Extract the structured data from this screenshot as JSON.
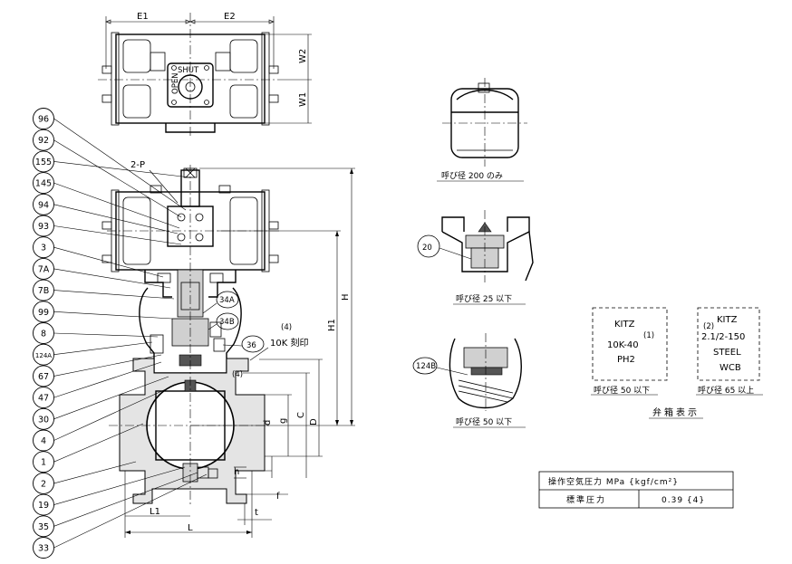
{
  "balloons": [
    "96",
    "92",
    "155",
    "145",
    "94",
    "93",
    "3",
    "7A",
    "7B",
    "99",
    "8",
    "124A",
    "67",
    "47",
    "30",
    "4",
    "1",
    "2",
    "19",
    "35",
    "33"
  ],
  "callouts": {
    "p34a": "34A",
    "p34b": "34B",
    "p36": "36",
    "p4a": "(4)",
    "p4b": "(4)",
    "stamp": "10K 刻印",
    "port": "2-P",
    "p20": "20",
    "p124b": "124B"
  },
  "dimensions": {
    "e1": "E1",
    "e2": "E2",
    "w1": "W1",
    "w2": "W2",
    "h": "H",
    "h1": "H1",
    "c": "C",
    "d": "d",
    "g": "g",
    "D": "D",
    "L": "L",
    "L1": "L1",
    "t": "t",
    "f": "f",
    "hh": "h"
  },
  "details": {
    "cap200": "呼び径 200 のみ",
    "cap25": "呼び径 25 以下",
    "cap50": "呼び径 50 以下"
  },
  "body_marking": {
    "title": "弁箱表示",
    "left": {
      "brand": "KITZ",
      "note": "(1)",
      "rating": "10K-40",
      "material": "PH2",
      "caption": "呼び径 50 以下"
    },
    "right": {
      "brand": "KITZ",
      "note": "(2)",
      "rating": "2.1/2-150",
      "material1": "STEEL",
      "material2": "WCB",
      "caption": "呼び径 65 以上"
    }
  },
  "pressure_table": {
    "header": "操作空気圧力 MPa {kgf/cm²}",
    "label": "標準圧力",
    "value": "0.39 {4}"
  }
}
